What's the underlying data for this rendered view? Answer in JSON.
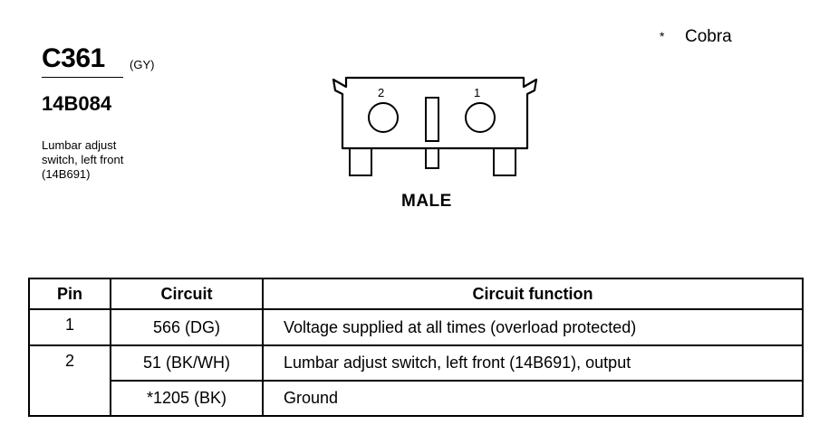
{
  "connector": {
    "id": "C361",
    "color": "(GY)",
    "part_number": "14B084",
    "description_lines": [
      "Lumbar adjust",
      "switch, left front",
      "(14B691)"
    ],
    "gender": "MALE",
    "pin_labels": [
      "2",
      "1"
    ]
  },
  "note": {
    "symbol": "*",
    "text": "Cobra"
  },
  "table": {
    "headers": [
      "Pin",
      "Circuit",
      "Circuit function"
    ],
    "rows": [
      {
        "pin": "1",
        "circuit": "566 (DG)",
        "function": "Voltage supplied at all times (overload protected)"
      },
      {
        "pin": "2",
        "circuit": "51 (BK/WH)",
        "function": "Lumbar adjust switch, left front (14B691), output"
      },
      {
        "pin": "",
        "circuit": "*1205 (BK)",
        "function": "Ground"
      }
    ]
  }
}
